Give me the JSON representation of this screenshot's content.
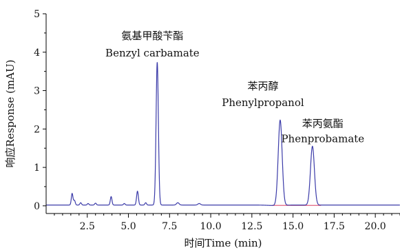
{
  "chart_data": {
    "type": "line",
    "xlabel": "时间Time (min)",
    "ylabel": "响应Response (mAU)",
    "xlim": [
      0,
      21.5
    ],
    "ylim": [
      -0.2,
      5
    ],
    "x_ticks": [
      "2.5",
      "5.0",
      "7.5",
      "10.0",
      "12.5",
      "15.0",
      "17.5",
      "20.0"
    ],
    "y_ticks": [
      "0",
      "1",
      "2",
      "3",
      "4",
      "5"
    ],
    "x_tick_values": [
      2.5,
      5.0,
      7.5,
      10.0,
      12.5,
      15.0,
      17.5,
      20.0
    ],
    "y_tick_values": [
      0,
      1,
      2,
      3,
      4,
      5
    ],
    "grid": false,
    "line_color": "#3a3aa8",
    "baseline_marker_color": "#e0607e",
    "series": [
      {
        "baseline": 0.02,
        "peaks": [
          {
            "rt": 1.58,
            "height": 0.3,
            "width": 0.05
          },
          {
            "rt": 1.72,
            "height": 0.12,
            "width": 0.05
          },
          {
            "rt": 2.1,
            "height": 0.06,
            "width": 0.05
          },
          {
            "rt": 2.55,
            "height": 0.04,
            "width": 0.05
          },
          {
            "rt": 3.0,
            "height": 0.05,
            "width": 0.05
          },
          {
            "rt": 3.95,
            "height": 0.22,
            "width": 0.05
          },
          {
            "rt": 4.75,
            "height": 0.04,
            "width": 0.05
          },
          {
            "rt": 5.55,
            "height": 0.36,
            "width": 0.055
          },
          {
            "rt": 6.05,
            "height": 0.06,
            "width": 0.05
          },
          {
            "rt": 6.75,
            "height": 3.72,
            "width": 0.07
          },
          {
            "rt": 8.0,
            "height": 0.06,
            "width": 0.08
          },
          {
            "rt": 9.3,
            "height": 0.04,
            "width": 0.08
          },
          {
            "rt": 14.22,
            "height": 2.22,
            "width": 0.12
          },
          {
            "rt": 16.18,
            "height": 1.53,
            "width": 0.12
          }
        ]
      }
    ],
    "annotations": [
      {
        "zh": "氨基甲酸苄酯",
        "en": "Benzyl carbamate",
        "x": 6.75
      },
      {
        "zh": "苯丙醇",
        "en": "Phenylpropanol",
        "x": 14.22
      },
      {
        "zh": "苯丙氨酯",
        "en": "Phenprobamate",
        "x": 16.18
      }
    ]
  }
}
